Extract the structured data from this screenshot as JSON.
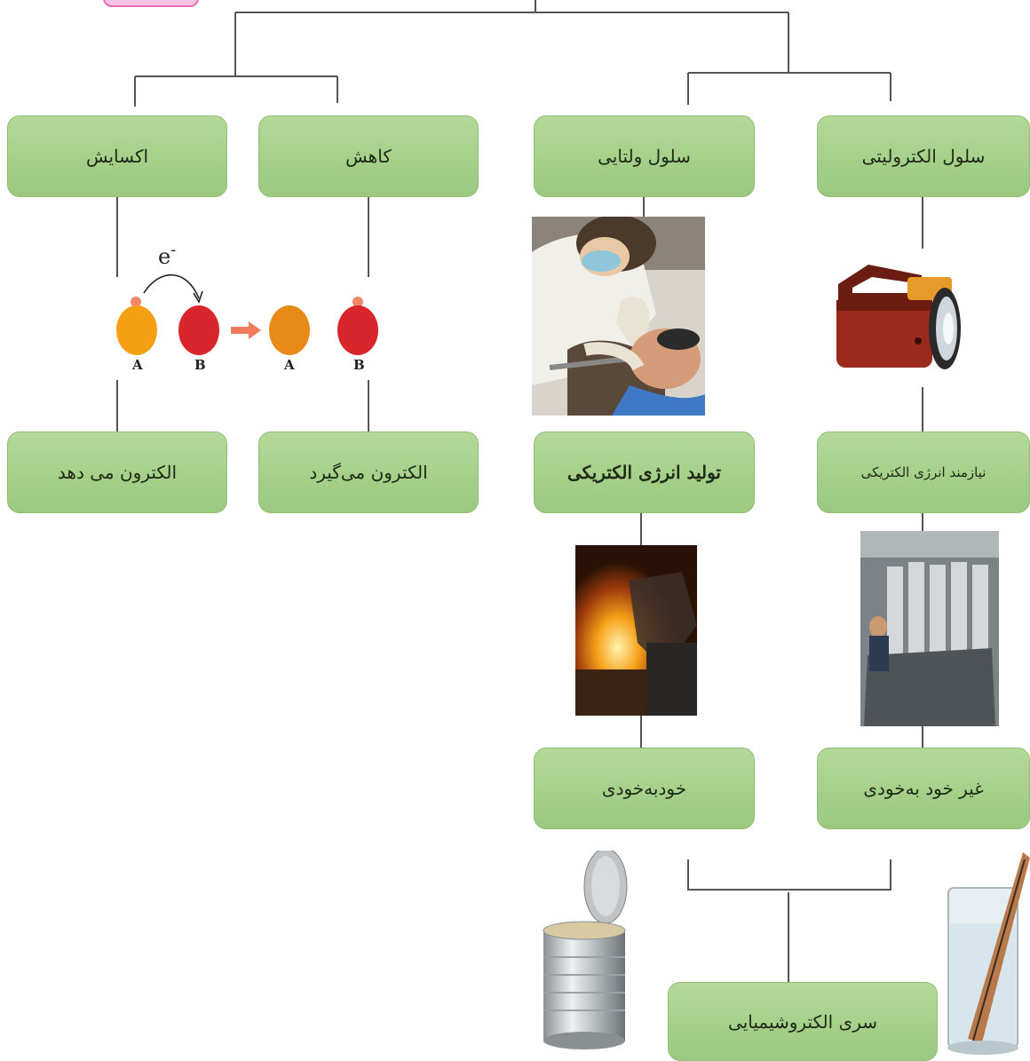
{
  "nodes": {
    "oxidation": "اکسایش",
    "reduction": "کاهش",
    "voltaic_cell": "سلول ولتایی",
    "electrolytic_cell": "سلول الکترولیتی",
    "gives_electron": "الکترون می دهد",
    "takes_electron": "الکترون می‌گیرد",
    "produces_electricity": "تولید انرژی الکتریکی",
    "needs_electricity": "نیازمند انرژی الکتریکی",
    "spontaneous": "خودبه‌خودی",
    "non_spontaneous": "غیر خود به‌خودی",
    "electrochemical_series": "سری الکتروشیمیایی"
  },
  "electron_transfer": {
    "electron_symbol": "e",
    "electron_charge": "-",
    "before": {
      "left_atom": "A",
      "right_atom": "B"
    },
    "after": {
      "left_atom": "A",
      "right_atom": "B"
    }
  },
  "colors": {
    "node_fill": "#a6d08a",
    "line": "#555555",
    "atom_orange": "#f5a012",
    "atom_red": "#d8262c",
    "arrow": "#f07a5a"
  },
  "icons": [
    "dentist-photo",
    "flashlight-icon",
    "steel-furnace-photo",
    "electroplating-bath-photo",
    "tin-can-icon",
    "copper-strip-beaker-icon"
  ]
}
